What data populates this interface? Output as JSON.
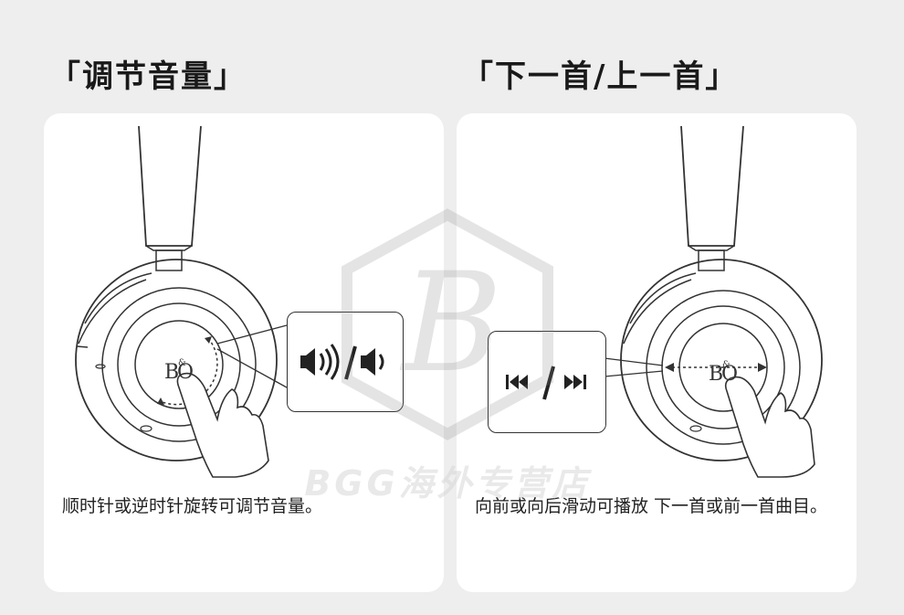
{
  "panels": [
    {
      "title": "「调节音量」",
      "caption": "顺时针或逆时针旋转可调节音量。"
    },
    {
      "title": "「下一首/上一首」",
      "caption": "向前或向后滑动可播放 下一首或前一首曲目。"
    }
  ],
  "logo_text": "B&O",
  "watermark_text": "BGG海外专营店",
  "icons": {
    "volume_callout": [
      "volume-up-icon",
      "slash-divider",
      "volume-down-icon"
    ],
    "track_callout": [
      "previous-track-icon",
      "slash-divider",
      "next-track-icon"
    ]
  }
}
